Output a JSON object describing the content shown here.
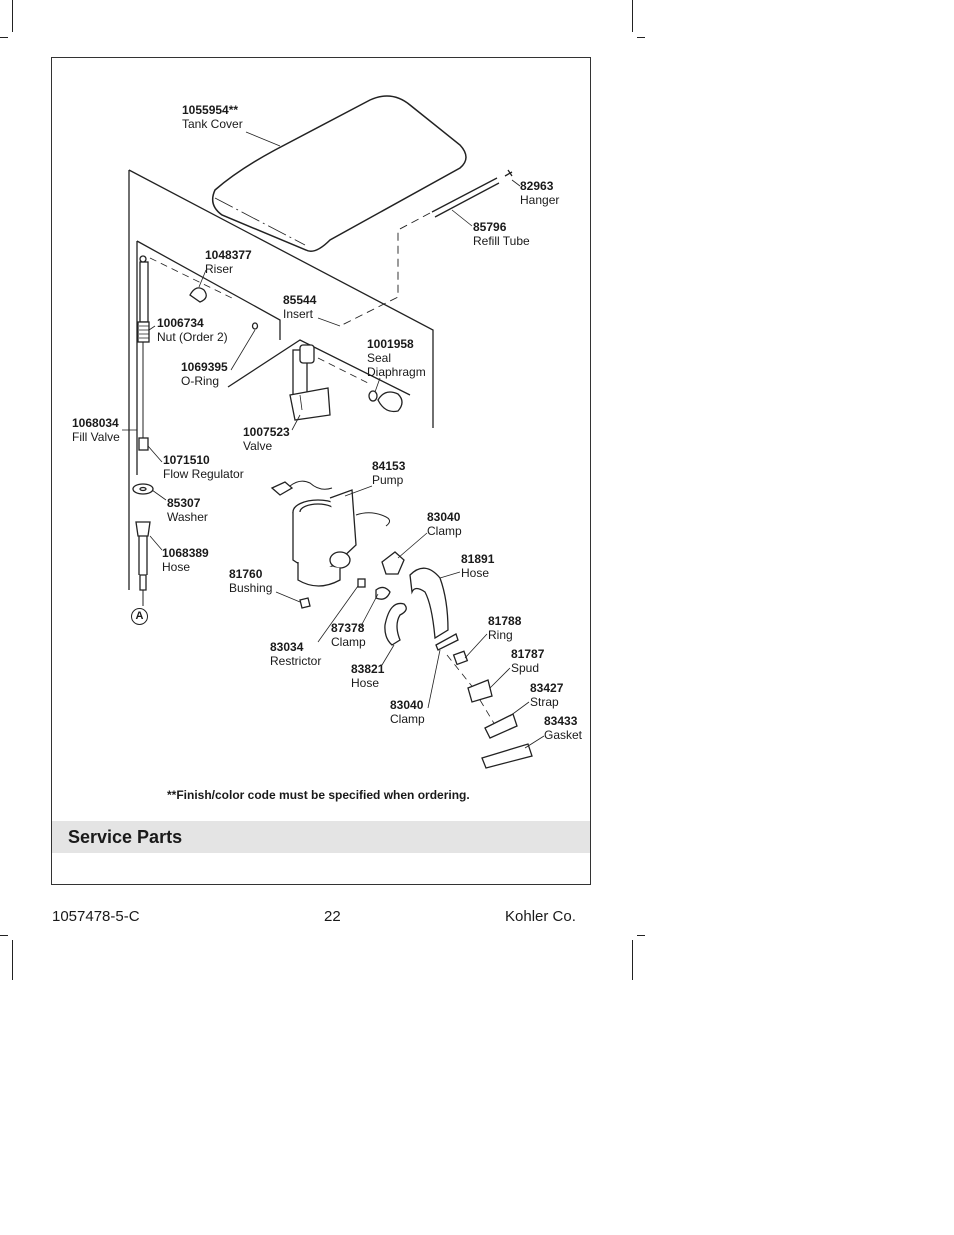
{
  "parts": [
    {
      "key": "tank-cover",
      "number": "1055954**",
      "name": "Tank Cover"
    },
    {
      "key": "hanger",
      "number": "82963",
      "name": "Hanger"
    },
    {
      "key": "refill-tube",
      "number": "85796",
      "name": "Refill Tube"
    },
    {
      "key": "riser",
      "number": "1048377",
      "name": "Riser"
    },
    {
      "key": "insert",
      "number": "85544",
      "name": "Insert"
    },
    {
      "key": "nut",
      "number": "1006734",
      "name": "Nut (Order 2)"
    },
    {
      "key": "seal-diaphragm",
      "number": "1001958",
      "name": "Seal Diaphragm"
    },
    {
      "key": "o-ring",
      "number": "1069395",
      "name": "O-Ring"
    },
    {
      "key": "fill-valve",
      "number": "1068034",
      "name": "Fill Valve"
    },
    {
      "key": "valve",
      "number": "1007523",
      "name": "Valve"
    },
    {
      "key": "flow-regulator",
      "number": "1071510",
      "name": "Flow Regulator"
    },
    {
      "key": "pump",
      "number": "84153",
      "name": "Pump"
    },
    {
      "key": "washer",
      "number": "85307",
      "name": "Washer"
    },
    {
      "key": "clamp-83040-top",
      "number": "83040",
      "name": "Clamp"
    },
    {
      "key": "hose-81891",
      "number": "81891",
      "name": "Hose"
    },
    {
      "key": "hose-1068389",
      "number": "1068389",
      "name": "Hose"
    },
    {
      "key": "bushing",
      "number": "81760",
      "name": "Bushing"
    },
    {
      "key": "ring",
      "number": "81788",
      "name": "Ring"
    },
    {
      "key": "clamp-87378",
      "number": "87378",
      "name": "Clamp"
    },
    {
      "key": "restrictor",
      "number": "83034",
      "name": "Restrictor"
    },
    {
      "key": "spud",
      "number": "81787",
      "name": "Spud"
    },
    {
      "key": "hose-83821",
      "number": "83821",
      "name": "Hose"
    },
    {
      "key": "strap",
      "number": "83427",
      "name": "Strap"
    },
    {
      "key": "clamp-83040-bottom",
      "number": "83040",
      "name": "Clamp"
    },
    {
      "key": "gasket",
      "number": "83433",
      "name": "Gasket"
    }
  ],
  "callout_letter": "A",
  "note": "**Finish/color code must be specified when ordering.",
  "section_title": "Service Parts",
  "footer": {
    "doc_number": "1057478-5-C",
    "page_number": "22",
    "company": "Kohler Co."
  }
}
